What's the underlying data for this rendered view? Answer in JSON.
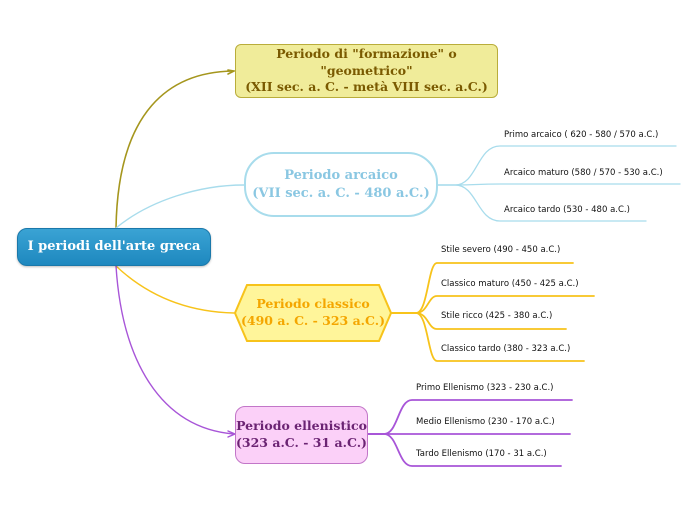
{
  "root": {
    "label": "I periodi dell'arte greca"
  },
  "branches": [
    {
      "id": "geometrico",
      "line1": "Periodo di \"formazione\" o \"geometrico\"",
      "line2": "(XII sec. a. C. - metà VIII sec. a.C.)",
      "color": "#a5961d",
      "children": []
    },
    {
      "id": "arcaico",
      "line1": "Periodo arcaico",
      "line2": "(VII sec. a. C. - 480 a.C.)",
      "color": "#a8dcec",
      "children": [
        "Primo arcaico ( 620 - 580 / 570 a.C.)",
        "Arcaico maturo (580 / 570 - 530 a.C.)",
        "Arcaico tardo (530 - 480 a.C.)"
      ]
    },
    {
      "id": "classico",
      "line1": "Periodo classico",
      "line2": "(490 a. C. - 323 a.C.)",
      "color": "#f7c31b",
      "children": [
        "Stile severo (490 - 450 a.C.)",
        "Classico maturo (450 - 425 a.C.)",
        "Stile ricco (425 - 380 a.C.)",
        "Classico tardo (380 - 323 a.C.)"
      ]
    },
    {
      "id": "ellenistico",
      "line1": "Periodo ellenistico",
      "line2": "(323 a.C. - 31 a.C.)",
      "color": "#a855d8",
      "children": [
        "Primo Ellenismo (323 - 230 a.C.)",
        "Medio Ellenismo (230 - 170 a.C.)",
        "Tardo Ellenismo (170 - 31 a.C.)"
      ]
    }
  ]
}
